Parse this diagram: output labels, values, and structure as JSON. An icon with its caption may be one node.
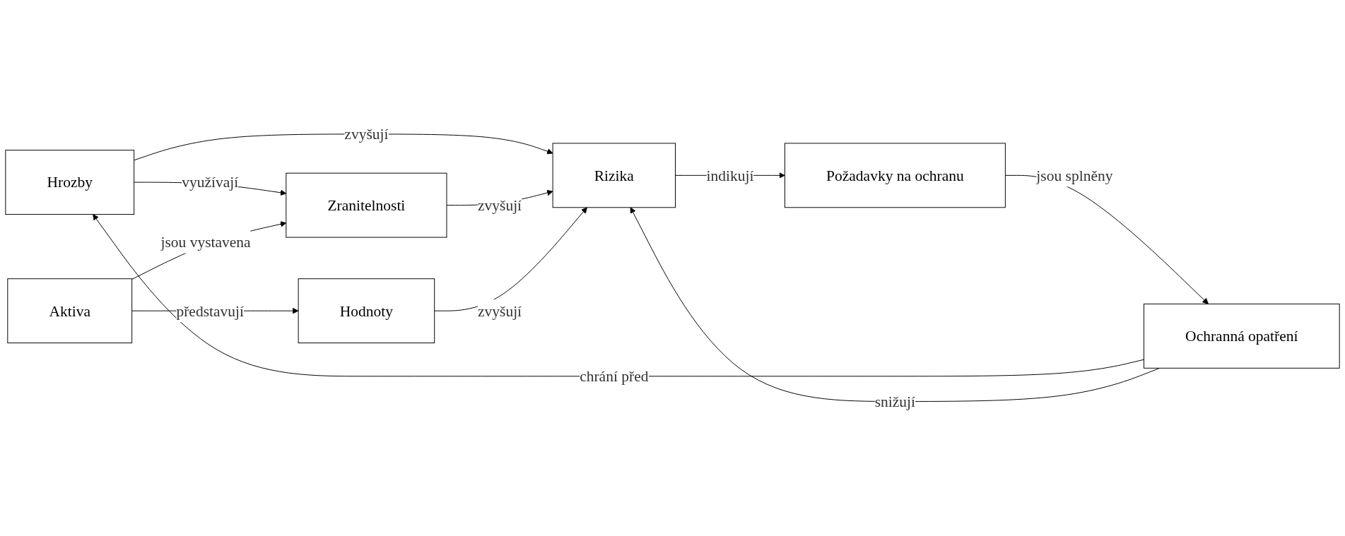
{
  "diagram": {
    "nodes": [
      {
        "text": [
          "Hrozby"
        ]
      },
      {
        "text": [
          "Zranitelnosti"
        ]
      },
      {
        "text": [
          "Ochranná opatření"
        ]
      },
      {
        "text": [
          "Rizika"
        ]
      },
      {
        "text": [
          "Aktiva"
        ]
      },
      {
        "text": [
          "Požadavky na ochranu"
        ]
      },
      {
        "text": [
          "Hodnoty"
        ]
      }
    ],
    "edges": [
      {
        "from": 0,
        "to": 1,
        "arrow": "to",
        "label": "využívají"
      },
      {
        "from": 2,
        "to": 0,
        "arrow": "to",
        "label": "chrání před"
      },
      {
        "from": 0,
        "to": 3,
        "arrow": "to",
        "label": "zvyšují"
      },
      {
        "from": 1,
        "to": 3,
        "arrow": "to",
        "label": "zvyšují"
      },
      {
        "from": 4,
        "to": 1,
        "arrow": "to",
        "label": "jsou vystavena"
      },
      {
        "from": 2,
        "to": 3,
        "arrow": "to",
        "label": "snižují"
      },
      {
        "from": 5,
        "to": 2,
        "arrow": "to",
        "label": "jsou splněny"
      },
      {
        "from": 3,
        "to": 5,
        "arrow": "to",
        "label": "indikují"
      },
      {
        "from": 6,
        "to": 3,
        "arrow": "to",
        "label": "zvyšují"
      },
      {
        "from": 4,
        "to": 6,
        "arrow": "to",
        "label": "představují"
      }
    ]
  }
}
